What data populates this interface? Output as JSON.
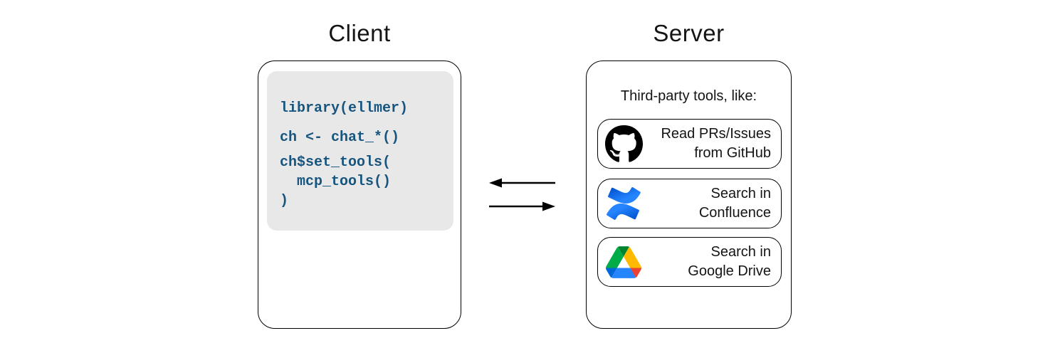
{
  "client": {
    "title": "Client",
    "code": {
      "line1": "library(ellmer)",
      "line2": "ch <- chat_*()",
      "line3": "ch$set_tools(",
      "line4": "  mcp_tools()",
      "line5": ")"
    }
  },
  "arrows": {
    "server_to_client": "left-arrow",
    "client_to_server": "right-arrow"
  },
  "server": {
    "title": "Server",
    "subtitle": "Third-party tools, like:",
    "tools": [
      {
        "icon": "github-icon",
        "label_line1": "Read PRs/Issues",
        "label_line2": "from GitHub"
      },
      {
        "icon": "confluence-icon",
        "label_line1": "Search in",
        "label_line2": "Confluence"
      },
      {
        "icon": "google-drive-icon",
        "label_line1": "Search in",
        "label_line2": "Google Drive"
      }
    ]
  },
  "colors": {
    "code_text": "#17557F",
    "code_background": "#E8E8E8",
    "box_border": "#000000",
    "arrow_black": "#000000",
    "github_black": "#000000",
    "confluence_blue_light": "#2684FF",
    "confluence_blue_dark": "#0052CC",
    "drive_blue": "#2684FC",
    "drive_cornflower": "#0066DA",
    "drive_green": "#00AC47",
    "drive_dark_green": "#00832D",
    "drive_yellow": "#FFBA00",
    "drive_red": "#EA4335"
  }
}
